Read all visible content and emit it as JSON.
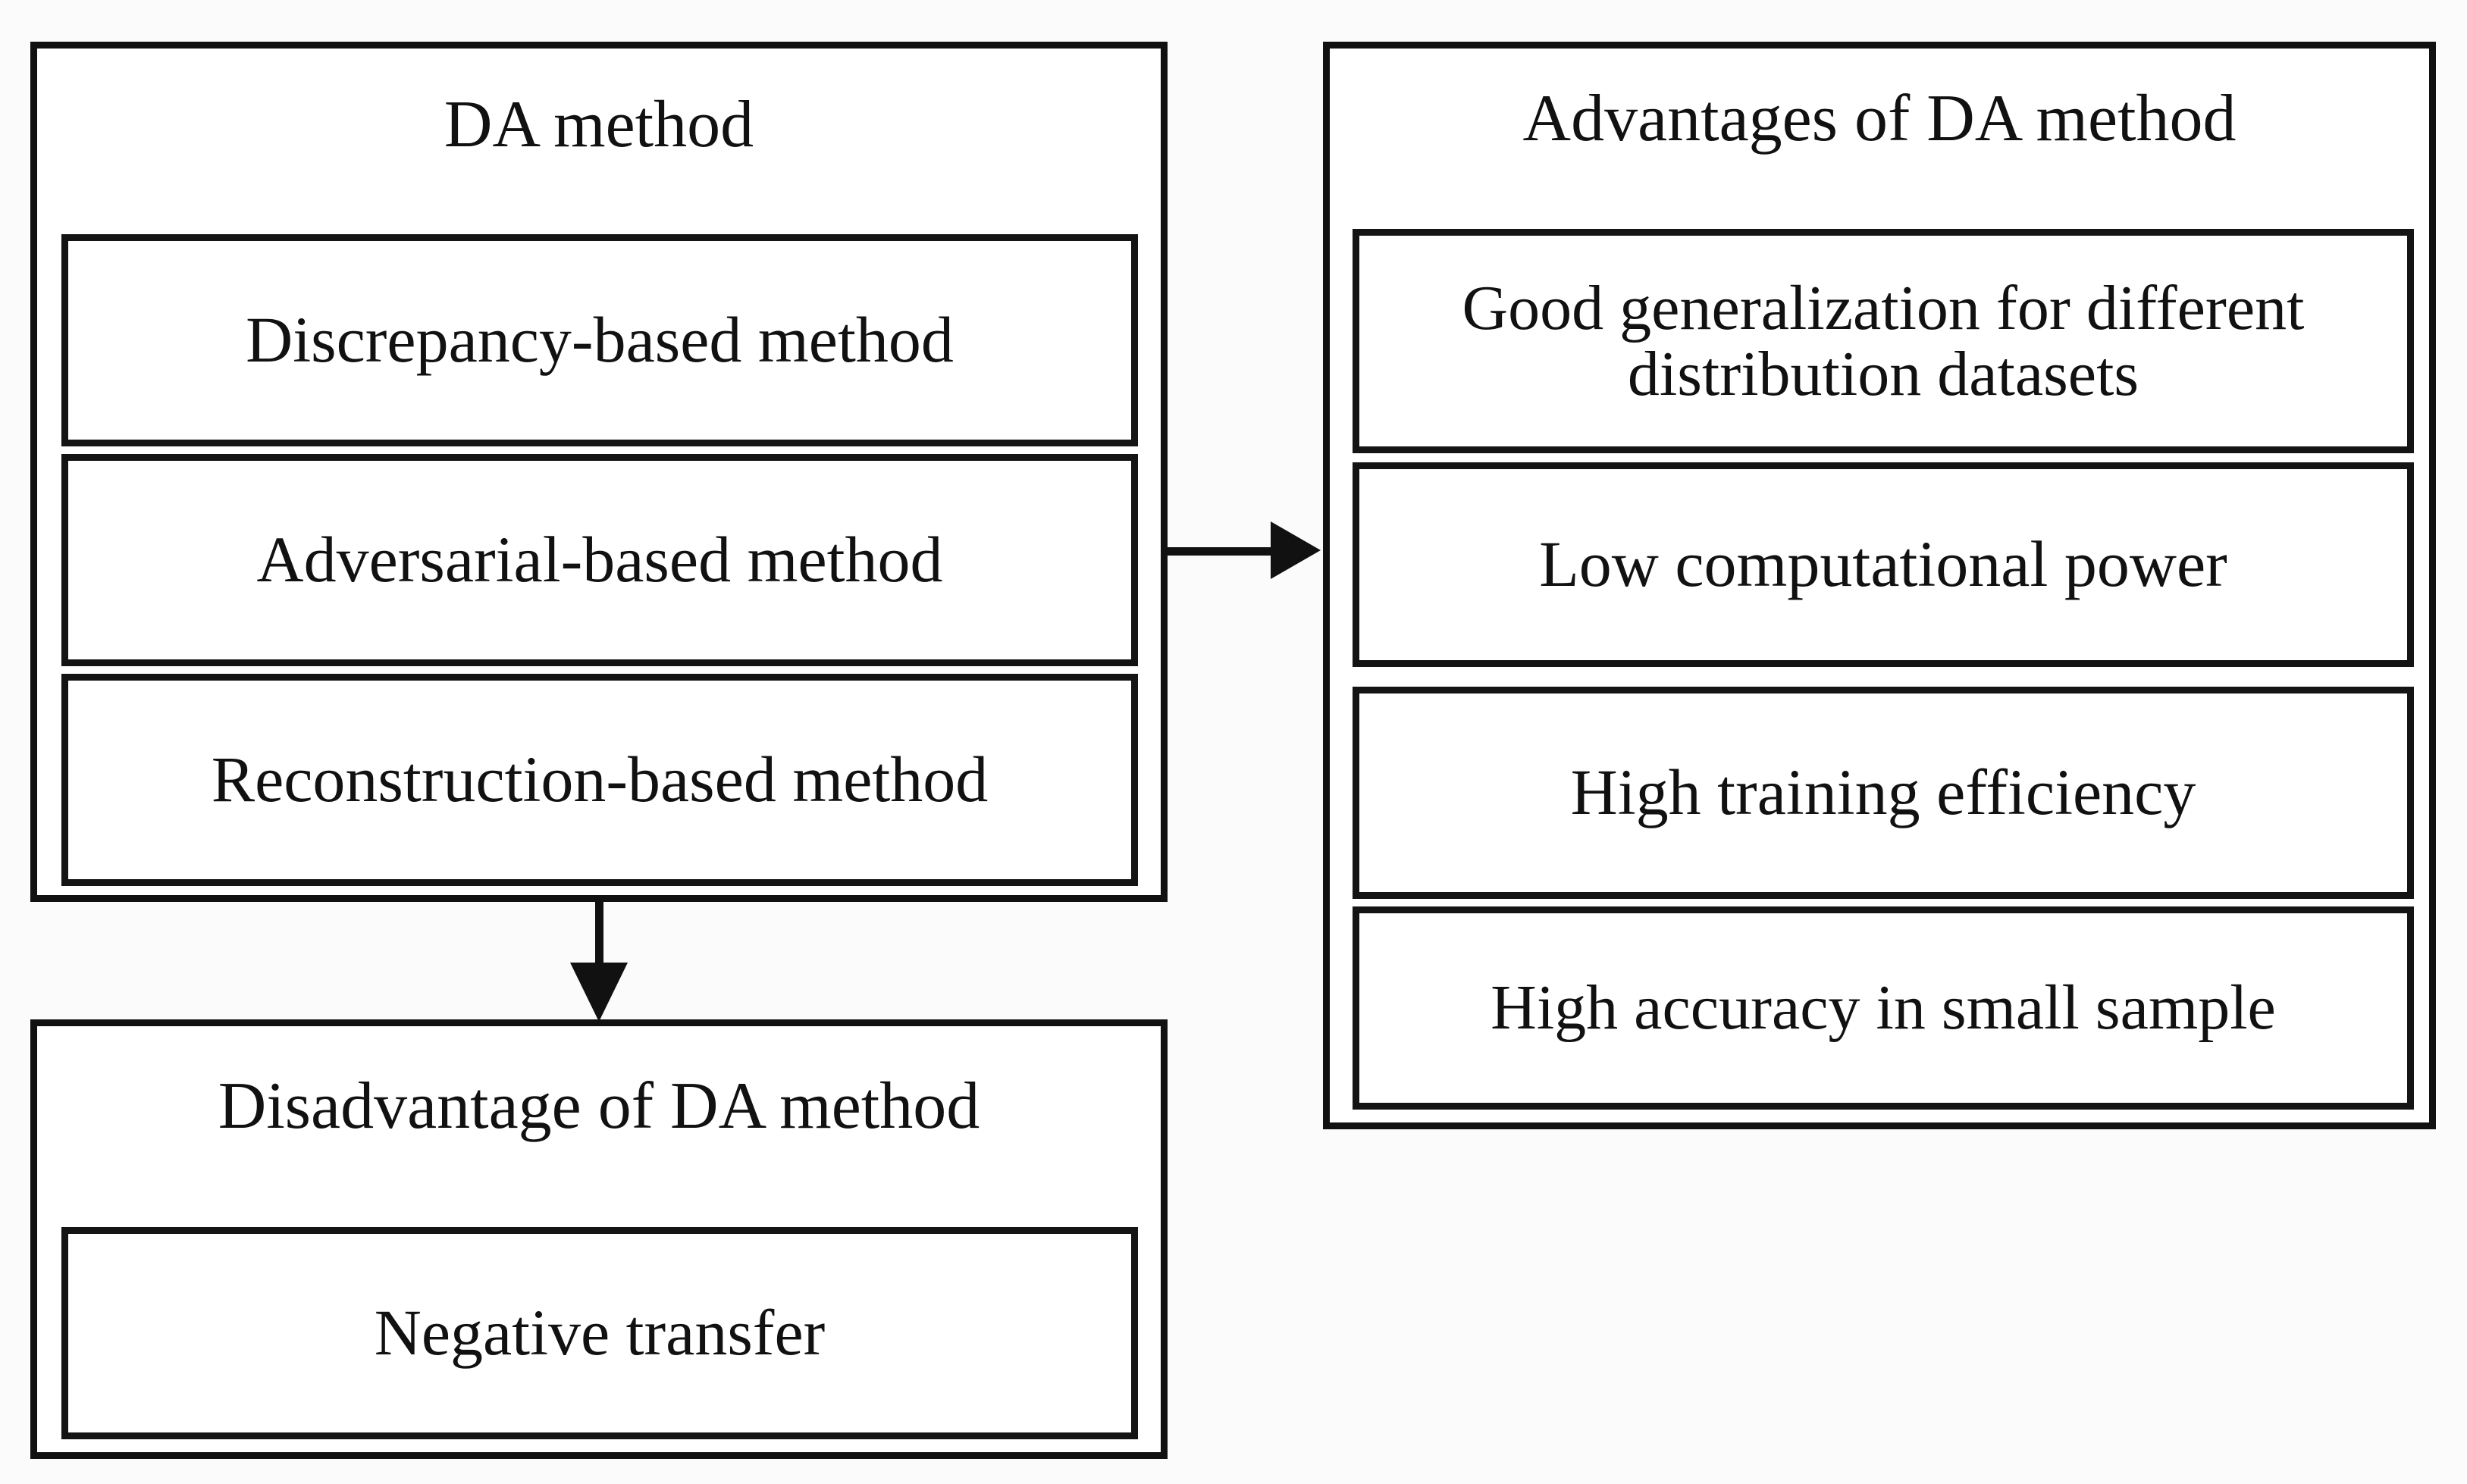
{
  "diagram": {
    "title": "DA method advantages and disadvantage flow diagram",
    "colors": {
      "stroke": "#111111",
      "fill": "#ffffff",
      "background": "#fbfbfb"
    },
    "left_column": {
      "group_title": "DA method",
      "items": [
        {
          "label": "Discrepancy-based method"
        },
        {
          "label": "Adversarial-based method"
        },
        {
          "label": "Reconstruction-based method"
        }
      ]
    },
    "right_column": {
      "group_title": "Advantages of DA method",
      "items": [
        {
          "label": "Good generalization for different distribution datasets"
        },
        {
          "label": "Low computational power"
        },
        {
          "label": "High training efficiency"
        },
        {
          "label": "High accuracy in small sample"
        }
      ]
    },
    "bottom_left_column": {
      "group_title": "Disadvantage of DA method",
      "items": [
        {
          "label": "Negative transfer"
        }
      ]
    },
    "connectors": [
      {
        "name": "da-method-to-advantages",
        "direction": "right",
        "from": "DA method",
        "to": "Advantages of DA method"
      },
      {
        "name": "da-method-to-disadvantage",
        "direction": "down",
        "from": "DA method",
        "to": "Disadvantage of DA method"
      }
    ]
  }
}
